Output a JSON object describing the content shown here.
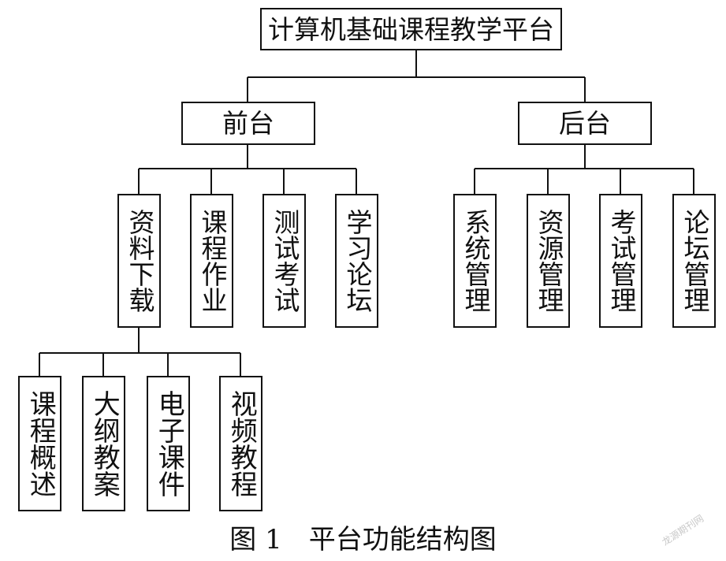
{
  "root": "计算机基础课程教学平台",
  "branches": [
    {
      "label": "前台",
      "children": [
        {
          "label": "资料下载",
          "children": [
            "课程概述",
            "大纲教案",
            "电子课件",
            "视频教程"
          ]
        },
        {
          "label": "课程作业"
        },
        {
          "label": "测试考试"
        },
        {
          "label": "学习论坛"
        }
      ]
    },
    {
      "label": "后台",
      "children": [
        {
          "label": "系统管理"
        },
        {
          "label": "资源管理"
        },
        {
          "label": "考试管理"
        },
        {
          "label": "论坛管理"
        }
      ]
    }
  ],
  "caption": {
    "number": "图 1",
    "title": "平台功能结构图"
  },
  "watermark": "龙源期刊网"
}
